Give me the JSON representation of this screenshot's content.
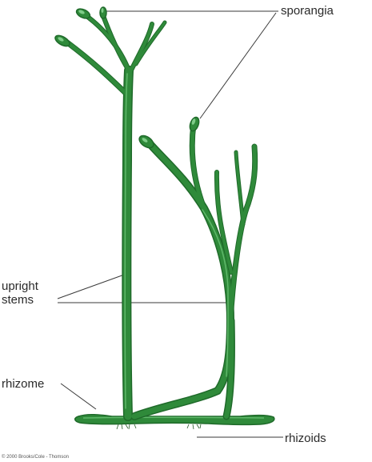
{
  "labels": {
    "sporangia": "sporangia",
    "upright_line1": "upright",
    "upright_line2": "stems",
    "rhizome": "rhizome",
    "rhizoids": "rhizoids"
  },
  "credit": "© 2000 Brooks/Cole - Thomson",
  "colors": {
    "stem": "#2f8a3a",
    "stem_outline": "#1f6a2a",
    "stem_highlight": "#5fb86a",
    "leader_line": "#3a3a3a"
  }
}
